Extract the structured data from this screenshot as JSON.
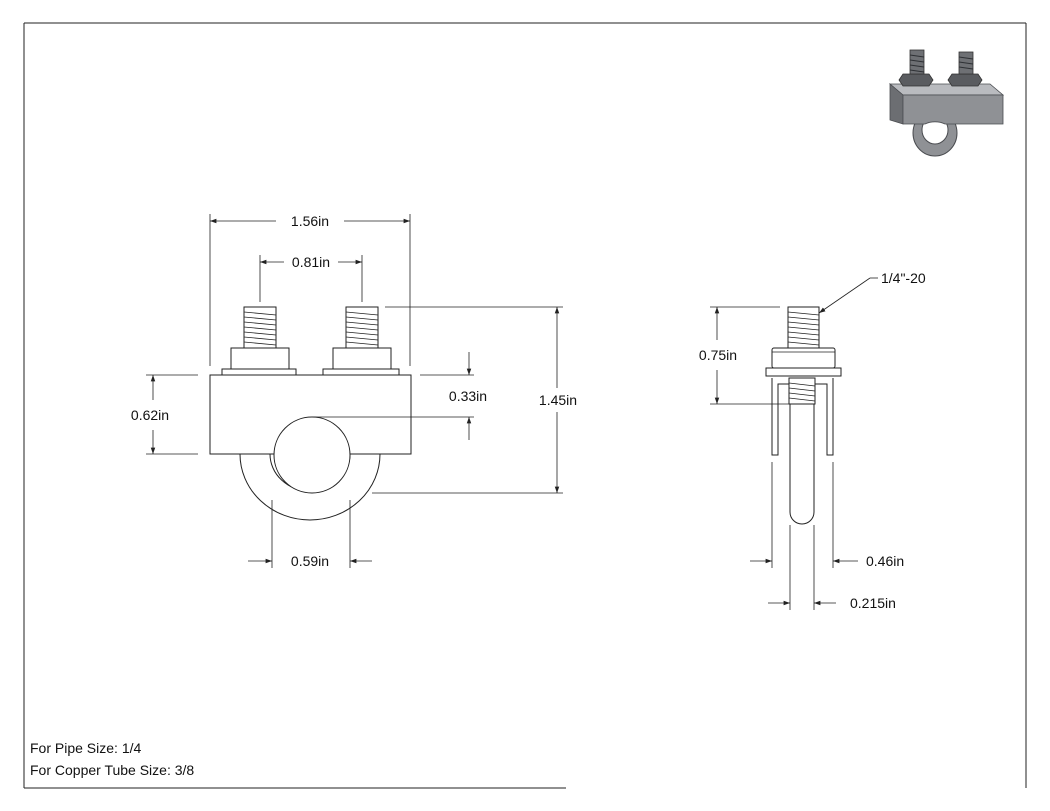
{
  "dimensions": {
    "overall_width": "1.56in",
    "bolt_spacing": "0.81in",
    "body_height": "0.62in",
    "offset": "0.33in",
    "overall_height": "1.45in",
    "ring_width": "0.59in",
    "bolt_length": "0.75in",
    "thread_spec": "1/4\"-20",
    "side_width": "0.46in",
    "wire_diameter": "0.215in"
  },
  "notes": {
    "pipe_size": "For Pipe Size: 1/4",
    "tube_size": "For Copper Tube Size: 3/8"
  },
  "colors": {
    "line": "#222222",
    "thumbnail_metal": "#8f9195",
    "thumbnail_dark": "#4a4c50"
  }
}
